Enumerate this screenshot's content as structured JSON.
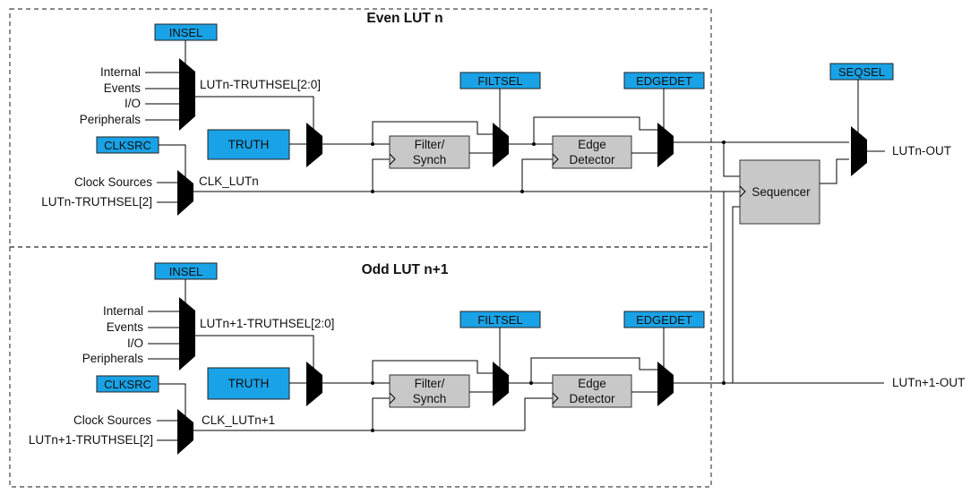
{
  "colors": {
    "register_fill": "#1aa2e6",
    "block_fill": "#c8c8c8",
    "mux_fill": "#000000"
  },
  "even": {
    "title": "Even LUT n",
    "insel": "INSEL",
    "inputs": [
      "Internal",
      "Events",
      "I/O",
      "Peripherals"
    ],
    "truthsel_label": "LUTn-TRUTHSEL[2:0]",
    "truth": "TRUTH",
    "clksrc": "CLKSRC",
    "clock_sources": "Clock Sources",
    "truthsel2": "LUTn-TRUTHSEL[2]",
    "clk_label": "CLK_LUTn",
    "filtsel": "FILTSEL",
    "filter_line1": "Filter/",
    "filter_line2": "Synch",
    "edgedet": "EDGEDET",
    "edge_line1": "Edge",
    "edge_line2": "Detector"
  },
  "odd": {
    "title": "Odd LUT n+1",
    "insel": "INSEL",
    "inputs": [
      "Internal",
      "Events",
      "I/O",
      "Peripherals"
    ],
    "truthsel_label": "LUTn+1-TRUTHSEL[2:0]",
    "truth": "TRUTH",
    "clksrc": "CLKSRC",
    "clock_sources": "Clock Sources",
    "truthsel2": "LUTn+1-TRUTHSEL[2]",
    "clk_label": "CLK_LUTn+1",
    "filtsel": "FILTSEL",
    "filter_line1": "Filter/",
    "filter_line2": "Synch",
    "edgedet": "EDGEDET",
    "edge_line1": "Edge",
    "edge_line2": "Detector"
  },
  "seqsel": "SEQSEL",
  "sequencer": "Sequencer",
  "lut_out": "LUTn-OUT",
  "lut1_out": "LUTn+1-OUT"
}
